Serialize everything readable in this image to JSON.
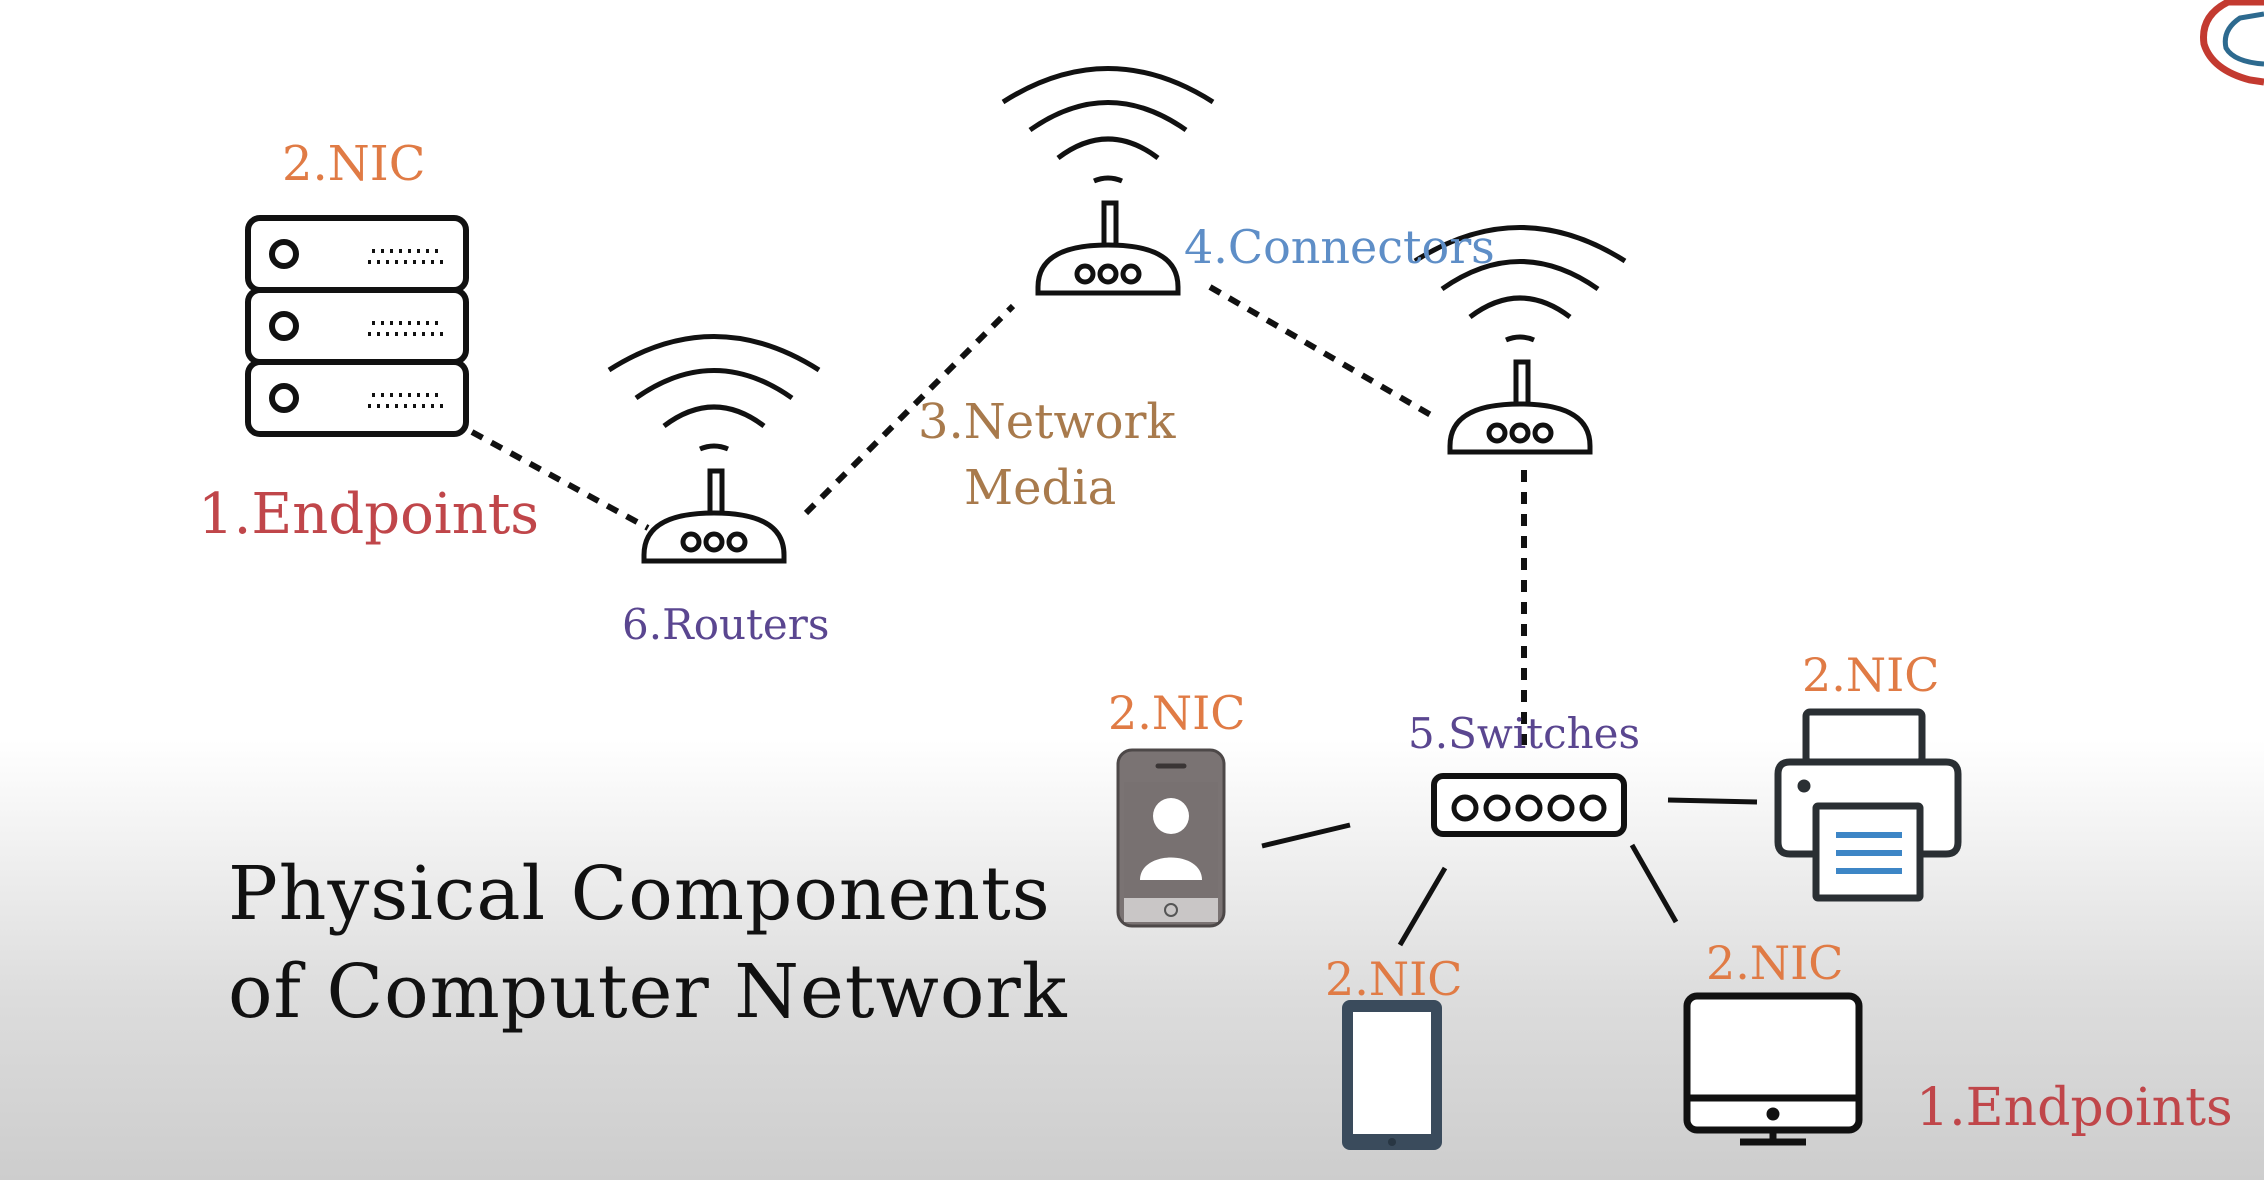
{
  "labels": {
    "nic_server": "2.NIC",
    "endpoints_top": "1.Endpoints",
    "routers": "6.Routers",
    "network_media_line1": "3.Network",
    "network_media_line2": "Media",
    "connectors": "4.Connectors",
    "switches": "5.Switches",
    "nic_phone": "2.NIC",
    "nic_printer": "2.NIC",
    "nic_tablet": "2.NIC",
    "nic_monitor": "2.NIC",
    "endpoints_bottom": "1.Endpoints"
  },
  "title": {
    "line1": "Physical Components",
    "line2": "of Computer Network"
  },
  "colors": {
    "endpoints": "#c0464a",
    "nic": "#e07b45",
    "network_media": "#a87a4c",
    "connectors": "#5e8ec7",
    "routers_switches": "#5a4690",
    "icon_stroke": "#111111",
    "phone_fill": "#787171",
    "tablet_frame": "#3a4b5c",
    "printer_lines": "#3d86c6"
  },
  "icons": [
    "server-icon",
    "wifi-router-icon",
    "network-switch-icon",
    "smartphone-icon",
    "tablet-icon",
    "printer-icon",
    "desktop-monitor-icon",
    "channel-logo-icon"
  ]
}
